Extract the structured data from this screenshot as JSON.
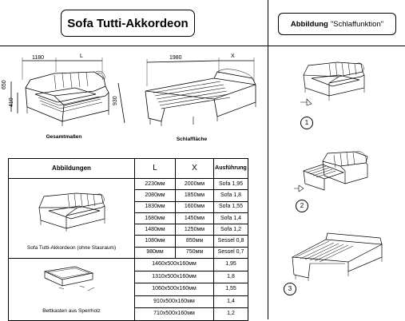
{
  "header": {
    "title": "Sofa Tutti-Akkordeon",
    "right_title_bold": "Abbildung",
    "right_title_rest": "\"Schlaffunktion\""
  },
  "drawing_overall": {
    "dims": {
      "top_left": "1180",
      "top_right": "L",
      "h1": "650",
      "h2": "410",
      "depth": "930"
    },
    "caption": "Gesamtmaßen"
  },
  "drawing_sleep": {
    "dims": {
      "length": "1980",
      "width": "X"
    },
    "caption": "Schlaffläche"
  },
  "table": {
    "headers": [
      "Abbildungen",
      "L",
      "X",
      "Ausführung"
    ],
    "sofa_caption": "Sofa Tutti-Akkordeon (ohne Stauraum)",
    "rows": [
      {
        "l": "2230мм",
        "x": "2000мм",
        "type": "Sofa 1,95"
      },
      {
        "l": "2080мм",
        "x": "1850мм",
        "type": "Sofa 1,8"
      },
      {
        "l": "1830мм",
        "x": "1600мм",
        "type": "Sofa 1,55"
      },
      {
        "l": "1680мм",
        "x": "1450мм",
        "type": "Sofa 1,4"
      },
      {
        "l": "1480мм",
        "x": "1250мм",
        "type": "Sofa 1,2"
      },
      {
        "l": "1080мм",
        "x": "850мм",
        "type": "Sessel 0,8"
      },
      {
        "l": "980мм",
        "x": "750мм",
        "type": "Sessel 0,7"
      }
    ],
    "box_caption": "Bettkasten aus Sperrholz",
    "box_rows": [
      {
        "size": "1460x500x160мм",
        "type": "1,95"
      },
      {
        "size": "1310x500x160мм",
        "type": "1,8"
      },
      {
        "size": "1060x500x160мм",
        "type": "1,55"
      },
      {
        "size": "910x500x160мм",
        "type": "1,4"
      },
      {
        "size": "710x500x160мм",
        "type": "1,2"
      }
    ]
  },
  "steps": [
    "1",
    "2",
    "3"
  ]
}
